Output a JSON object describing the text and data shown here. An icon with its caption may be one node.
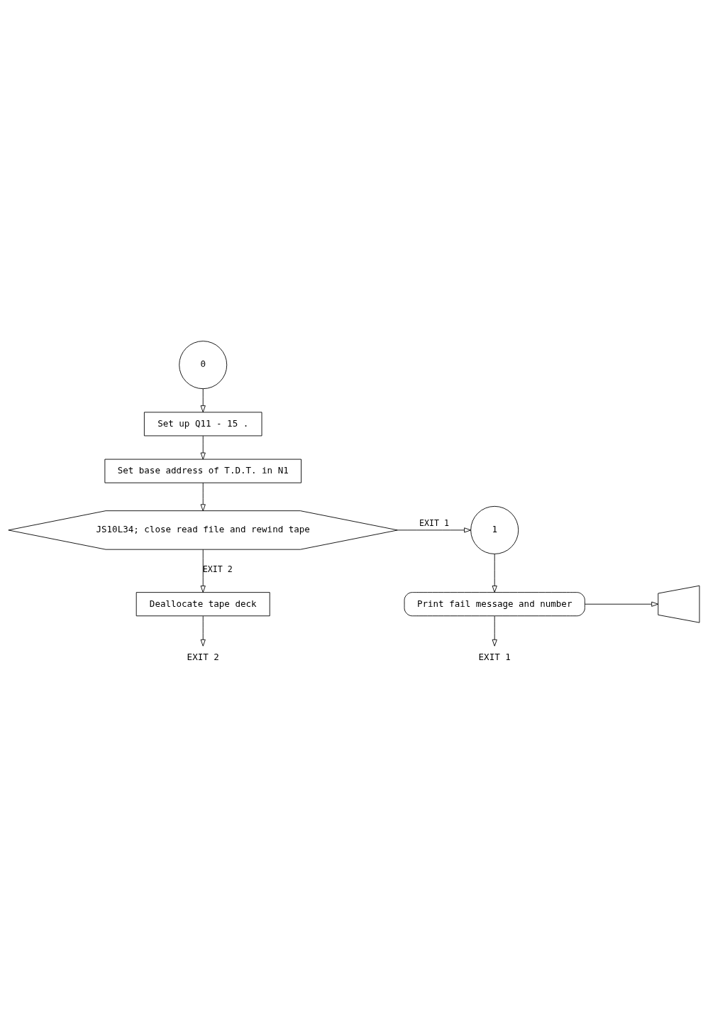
{
  "diagram": {
    "nodes": [
      {
        "text": [
          "0"
        ]
      },
      {
        "text": [
          "Set up Q11 - 15 ."
        ]
      },
      {
        "text": [
          "Set base address of T.D.T. in N1"
        ]
      },
      {
        "text": [
          "JS10L34; close read file and rewind tape"
        ]
      },
      {
        "text": [
          "1"
        ]
      },
      {
        "text": [
          "Print fail message and number"
        ]
      },
      {
        "text": [],
        "shape": "trapezoid"
      },
      {
        "text": [
          "Deallocate tape deck"
        ]
      },
      {
        "text": [
          "EXIT 1"
        ]
      },
      {
        "text": [
          "EXIT 2"
        ]
      }
    ],
    "edges": [
      {
        "from": 0,
        "to": 1,
        "arrow": "to"
      },
      {
        "from": 1,
        "to": 2,
        "arrow": "to"
      },
      {
        "from": 2,
        "to": 3,
        "arrow": "to"
      },
      {
        "from": 3,
        "to": 4,
        "arrow": "to",
        "label": "EXIT 1"
      },
      {
        "from": 4,
        "to": 5,
        "arrow": "to"
      },
      {
        "from": 5,
        "to": 6,
        "arrow": "to"
      },
      {
        "from": 5,
        "to": 8,
        "arrow": "to"
      },
      {
        "from": 3,
        "to": 7,
        "arrow": "to",
        "label": "EXIT 2"
      },
      {
        "from": 7,
        "to": 9,
        "arrow": "to"
      }
    ]
  }
}
